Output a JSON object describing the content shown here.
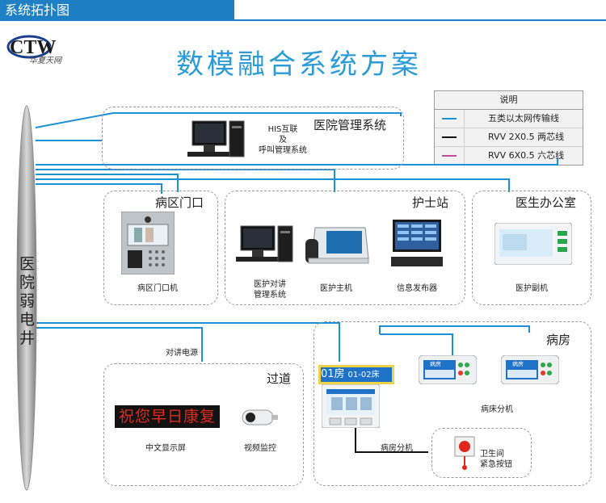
{
  "header": {
    "tab_label": "系统拓扑图"
  },
  "logo": {
    "mark": "CTW",
    "subtitle": "华夏天网"
  },
  "title": "数模融合系统方案",
  "shaft_label": [
    "医",
    "院",
    "弱",
    "电",
    "井"
  ],
  "legend": {
    "title": "说明",
    "items": [
      {
        "label": "五类以太网传输线",
        "color": "#1e90d6"
      },
      {
        "label": "RVV 2X0.5 两芯线",
        "color": "#111111"
      },
      {
        "label": "RVV 6X0.5 六芯线",
        "color": "#c24a9c"
      }
    ]
  },
  "his": {
    "title": "医院管理系统",
    "label_lines": [
      "HIS互联",
      "及",
      "呼叫管理系统"
    ]
  },
  "ward_door": {
    "title": "病区门口",
    "device": "病区门口机"
  },
  "nurse": {
    "title": "护士站",
    "intercom_lines": [
      "医护对讲",
      "管理系统"
    ],
    "host": "医护主机",
    "info": "信息发布器"
  },
  "doctor": {
    "title": "医生办公室",
    "device": "医护副机"
  },
  "corridor": {
    "title": "过道",
    "power": "对讲电源",
    "led_text": "祝您早日康复",
    "led_label": "中文显示屏",
    "camera": "视频监控"
  },
  "ward": {
    "title": "病房",
    "room_no": "01房",
    "bed_range": "01-02床",
    "room_unit": "病房分机",
    "bed_unit": "病床分机",
    "bed_screen": "病房",
    "wc_lines": [
      "卫生间",
      "紧急按钮"
    ]
  }
}
